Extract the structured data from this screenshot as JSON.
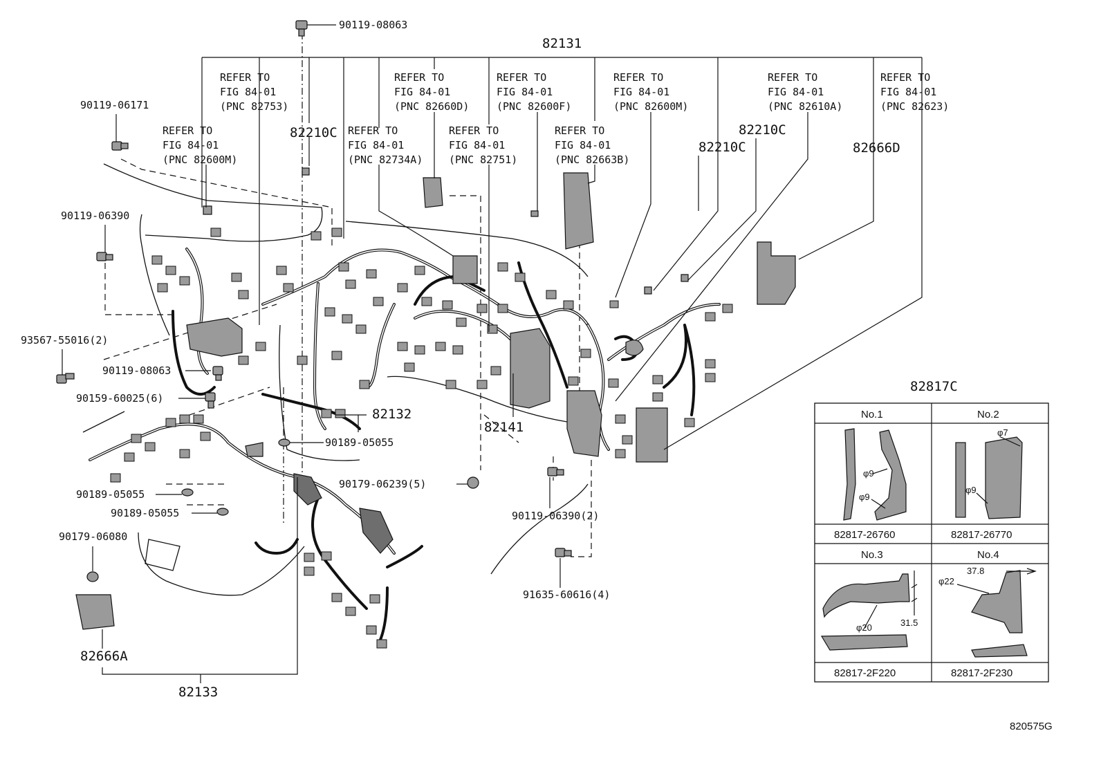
{
  "labels": {
    "top_bolt": "90119-08063",
    "main_harness": "82131",
    "left_bolt_1": "90119-06171",
    "left_bolt_2": "90119-06390",
    "left_bolt_3": "93567-55016(2)",
    "left_bolt_4": "90119-08063",
    "left_bolt_5": "90159-60025(6)",
    "clip_1": "90189-05055",
    "clip_2": "90189-05055",
    "clip_3": "90189-05055",
    "nut_left": "90179-06080",
    "nut_mid": "90179-06239(5)",
    "bolt_mid": "90119-06390(2)",
    "bolt_bottom": "91635-60616(4)",
    "clamp_left": "82210C",
    "clamp_mid": "82210C",
    "clamp_right": "82210C",
    "protector_right": "82666D",
    "protector_left": "82666A",
    "harness_82132": "82132",
    "harness_82141": "82141",
    "harness_82133": "82133",
    "drawing_code": "820575G"
  },
  "refers": [
    {
      "l1": "REFER TO",
      "l2": "FIG 84-01",
      "l3": "(PNC 82753)"
    },
    {
      "l1": "REFER TO",
      "l2": "FIG 84-01",
      "l3": "(PNC 82600M)"
    },
    {
      "l1": "REFER TO",
      "l2": "FIG 84-01",
      "l3": "(PNC 82660D)"
    },
    {
      "l1": "REFER TO",
      "l2": "FIG 84-01",
      "l3": "(PNC 82734A)"
    },
    {
      "l1": "REFER TO",
      "l2": "FIG 84-01",
      "l3": "(PNC 82751)"
    },
    {
      "l1": "REFER TO",
      "l2": "FIG 84-01",
      "l3": "(PNC 82600F)"
    },
    {
      "l1": "REFER TO",
      "l2": "FIG 84-01",
      "l3": "(PNC 82663B)"
    },
    {
      "l1": "REFER TO",
      "l2": "FIG 84-01",
      "l3": "(PNC 82600M)"
    },
    {
      "l1": "REFER TO",
      "l2": "FIG 84-01",
      "l3": "(PNC 82610A)"
    },
    {
      "l1": "REFER TO",
      "l2": "FIG 84-01",
      "l3": "(PNC 82623)"
    }
  ],
  "inset": {
    "title": "82817C",
    "cells": [
      {
        "no": "No.1",
        "part": "82817-26760",
        "dims": [
          "φ9",
          "φ9"
        ]
      },
      {
        "no": "No.2",
        "part": "82817-26770",
        "dims": [
          "φ7",
          "φ9"
        ]
      },
      {
        "no": "No.3",
        "part": "82817-2F220",
        "dims": [
          "31.5",
          "φ20"
        ]
      },
      {
        "no": "No.4",
        "part": "82817-2F230",
        "dims": [
          "37.8",
          "φ22"
        ]
      }
    ]
  }
}
